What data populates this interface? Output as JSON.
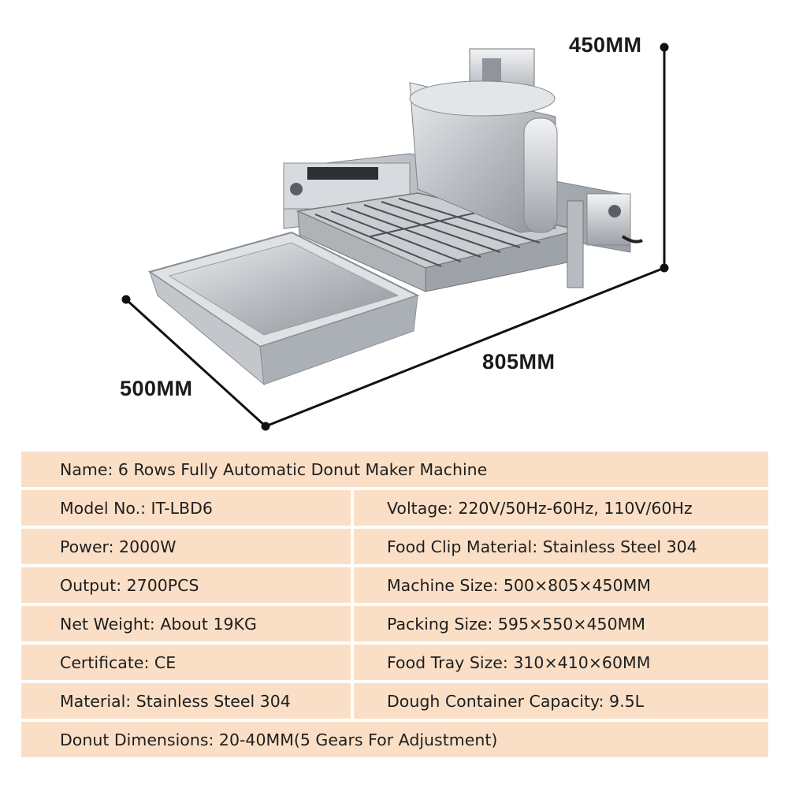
{
  "dimensions": {
    "height": "450MM",
    "length": "805MM",
    "width": "500MM"
  },
  "specs": {
    "name": "Name: 6 Rows Fully Automatic Donut Maker Machine",
    "model": "Model No.: IT-LBD6",
    "voltage": "Voltage: 220V/50Hz-60Hz, 110V/60Hz",
    "power": "Power: 2000W",
    "food_clip": "Food Clip Material: Stainless Steel 304",
    "output": "Output: 2700PCS",
    "machine_size": "Machine Size: 500×805×450MM",
    "net_weight": "Net Weight: About 19KG",
    "packing_size": "Packing Size: 595×550×450MM",
    "certificate": "Certificate: CE",
    "food_tray_size": "Food Tray Size: 310×410×60MM",
    "material": "Material: Stainless Steel 304",
    "dough_capacity": "Dough Container Capacity: 9.5L",
    "donut_dimensions": "Donut Dimensions: 20-40MM(5 Gears For Adjustment)"
  }
}
